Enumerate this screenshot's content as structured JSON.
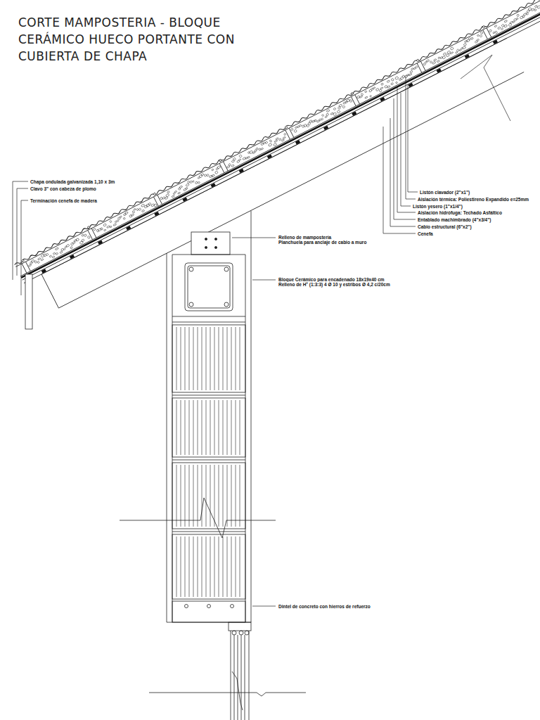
{
  "diagram": {
    "title": "CORTE MAMPOSTERIA - BLOQUE CERÁMICO HUECO PORTANTE CON CUBIERTA DE CHAPA",
    "labels": [
      "Chapa ondulada galvanizada 1,10 x 3m",
      "Clavo 3\" con cabeza de plomo",
      "Terminación cenefa de madera",
      "Listón clavador (2\"x1\")",
      "Aislación térmica: Poliestireno Expandido e=25mm",
      "Listón yesero (1\"x1/4\")",
      "Aislación hidrófuga: Techado Asfáltico",
      "Entablado machimbrado (4\"x3/4\")",
      "Cabio estructural (6\"x2\")",
      "Cenefa",
      "Relleno de mampostería",
      "Planchuela para anclaje de cabio a muro",
      "Bloque Cerámico para encadenado 18x19x40 cm",
      "Relleno de H° (1:3:3) 4 Ø 10 y estribos Ø 4,2 c/20cm",
      "Dintel de concreto con hierros de refuerzo"
    ]
  }
}
